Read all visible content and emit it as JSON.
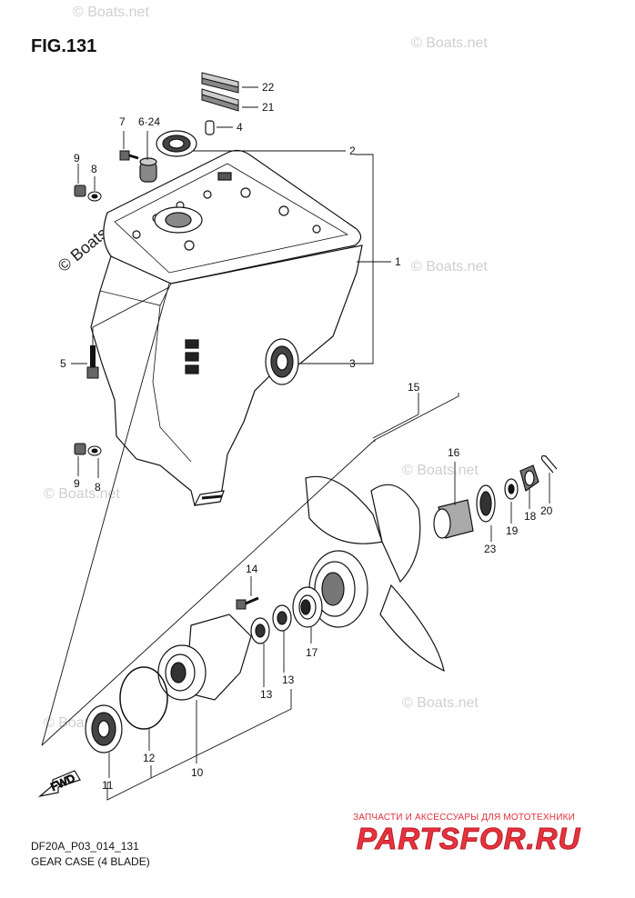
{
  "figure": {
    "title": "FIG.131",
    "code": "DF20A_P03_014_131",
    "name": "GEAR CASE (4 BLADE)"
  },
  "callouts": {
    "c1": "1",
    "c2": "2",
    "c3": "3",
    "c4": "4",
    "c5": "5",
    "c6_24": "6·24",
    "c7": "7",
    "c8a": "8",
    "c8b": "8",
    "c9a": "9",
    "c9b": "9",
    "c10": "10",
    "c11": "11",
    "c12": "12",
    "c13a": "13",
    "c13b": "13",
    "c14": "14",
    "c15": "15",
    "c16": "16",
    "c17": "17",
    "c18": "18",
    "c19": "19",
    "c20": "20",
    "c21": "21",
    "c22": "22",
    "c23": "23"
  },
  "fwd_arrow": "FWD",
  "watermarks": {
    "text": "© Boats.net"
  },
  "shop": {
    "tagline": "ЗАПЧАСТИ И АКСЕССУАРЫ ДЛЯ МОТОТЕХНИКИ",
    "brand": "PARTSFOR.RU"
  }
}
